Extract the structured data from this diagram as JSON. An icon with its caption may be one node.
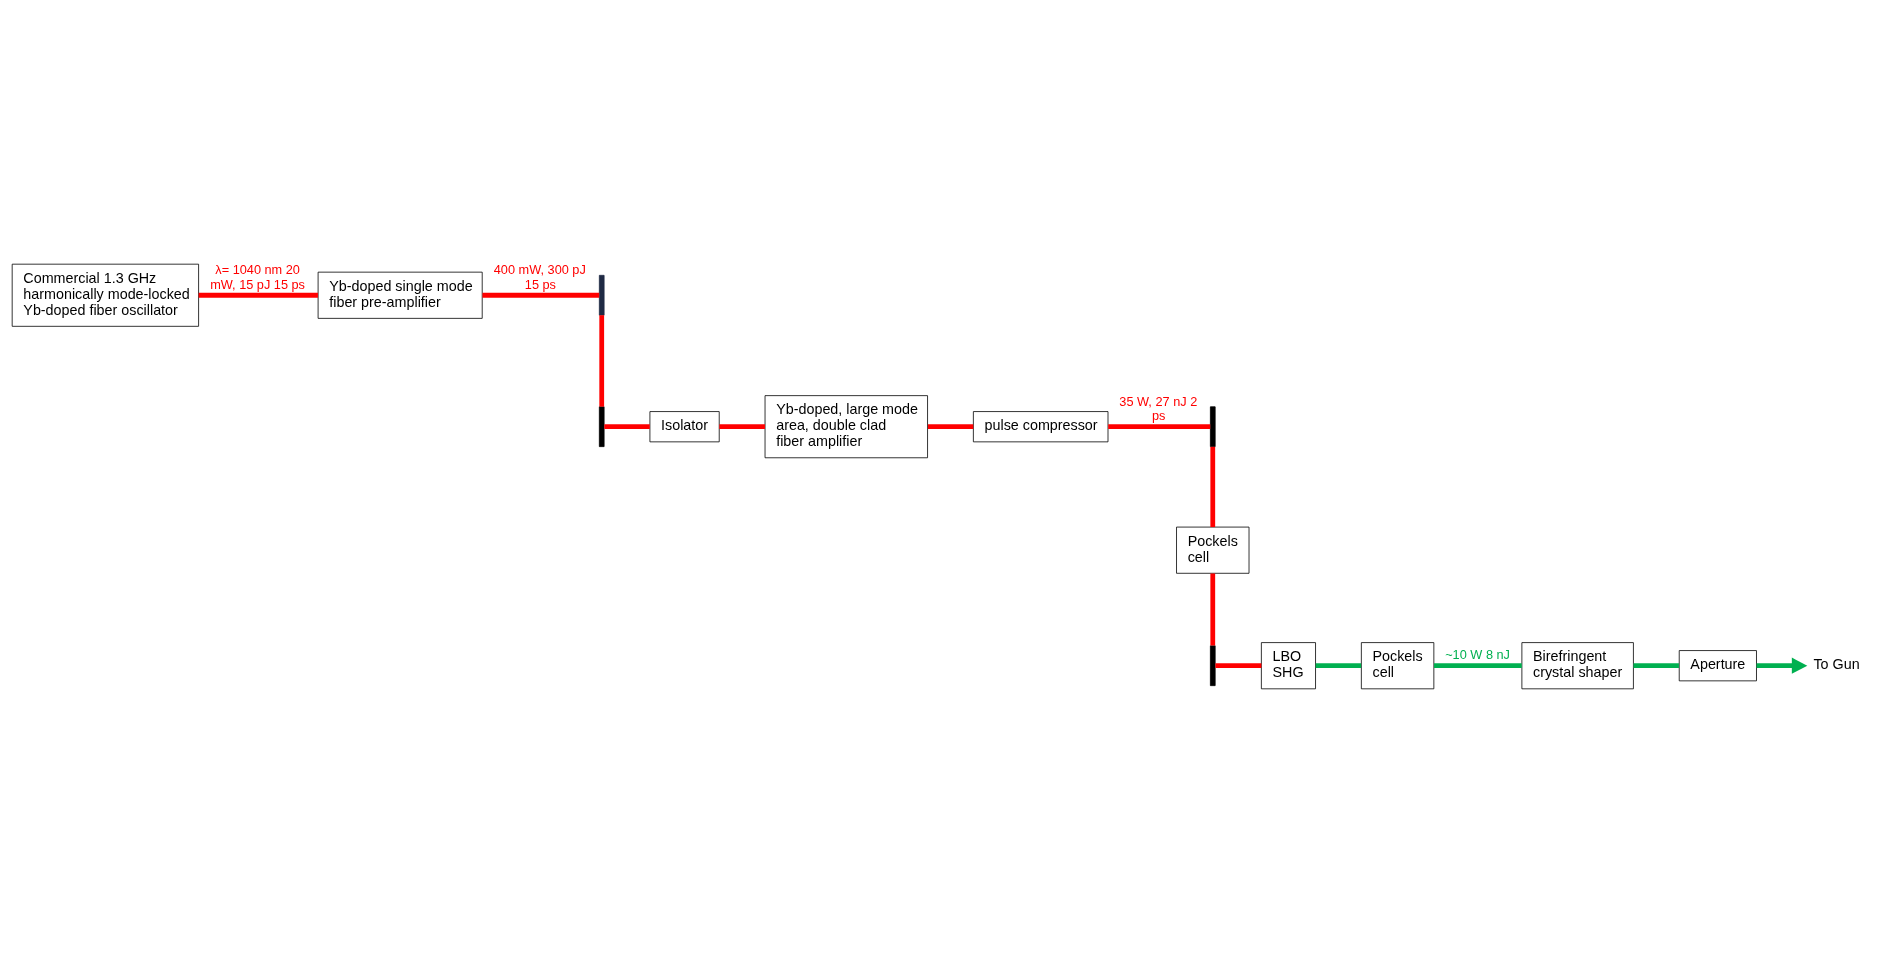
{
  "diagram": {
    "nodes": [
      {
        "text": [
          "Commercial 1.3 GHz harmonically mode-locked Yb-doped fiber oscillator"
        ]
      },
      {
        "text": [
          "Yb-doped single mode fiber pre-amplifier"
        ]
      },
      {
        "text": [],
        "shape": "bar"
      },
      {
        "text": [],
        "shape": "bar"
      },
      {
        "text": [
          "Isolator"
        ]
      },
      {
        "text": [
          "Yb-doped, large mode area, double clad fiber amplifier"
        ]
      },
      {
        "text": [
          "pulse compressor"
        ]
      },
      {
        "text": [],
        "shape": "bar"
      },
      {
        "text": [
          "Pockels cell"
        ]
      },
      {
        "text": [],
        "shape": "bar"
      },
      {
        "text": [
          "LBO SHG"
        ]
      },
      {
        "text": [
          "Pockels cell"
        ]
      },
      {
        "text": [
          "Birefringent crystal shaper"
        ]
      },
      {
        "text": [
          "Aperture"
        ]
      },
      {
        "text": [
          "To Gun"
        ]
      }
    ],
    "edges": [
      {
        "from": 0,
        "to": 1,
        "arrow": "none",
        "label": "λ= 1040 nm 20 mW, 15 pJ 15 ps"
      },
      {
        "from": 1,
        "to": 2,
        "arrow": "none",
        "label": "400 mW, 300 pJ 15 ps"
      },
      {
        "from": 2,
        "to": 3,
        "arrow": "none"
      },
      {
        "from": 3,
        "to": 4,
        "arrow": "none"
      },
      {
        "from": 4,
        "to": 5,
        "arrow": "none"
      },
      {
        "from": 5,
        "to": 6,
        "arrow": "none"
      },
      {
        "from": 6,
        "to": 7,
        "arrow": "none",
        "label": "35 W, 27 nJ 2 ps"
      },
      {
        "from": 7,
        "to": 8,
        "arrow": "none"
      },
      {
        "from": 8,
        "to": 9,
        "arrow": "none"
      },
      {
        "from": 9,
        "to": 10,
        "arrow": "none"
      },
      {
        "from": 10,
        "to": 11,
        "arrow": "none",
        "color": "#00b050"
      },
      {
        "from": 11,
        "to": 12,
        "arrow": "none",
        "color": "#00b050",
        "label": "~10 W 8 nJ"
      },
      {
        "from": 12,
        "to": 13,
        "arrow": "none",
        "color": "#00b050"
      },
      {
        "from": 13,
        "to": 14,
        "arrow": "to",
        "color": "#00b050"
      }
    ]
  }
}
